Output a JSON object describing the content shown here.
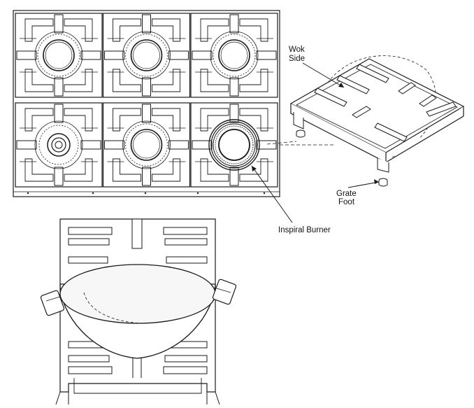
{
  "labels": {
    "wok_side_line1": "Wok",
    "wok_side_line2": "Side",
    "grate_foot_line1": "Grate",
    "grate_foot_line2": "Foot",
    "inspiral_burner": "Inspiral Burner"
  },
  "colors": {
    "line": "#1a1a1a",
    "fill": "#ffffff",
    "wok_fill": "#f7f7f7"
  },
  "cooktop": {
    "columns": 3,
    "rows": 2,
    "burners": [
      {
        "type": "standard"
      },
      {
        "type": "standard"
      },
      {
        "type": "standard"
      },
      {
        "type": "simmer"
      },
      {
        "type": "standard"
      },
      {
        "type": "inspiral"
      }
    ]
  }
}
